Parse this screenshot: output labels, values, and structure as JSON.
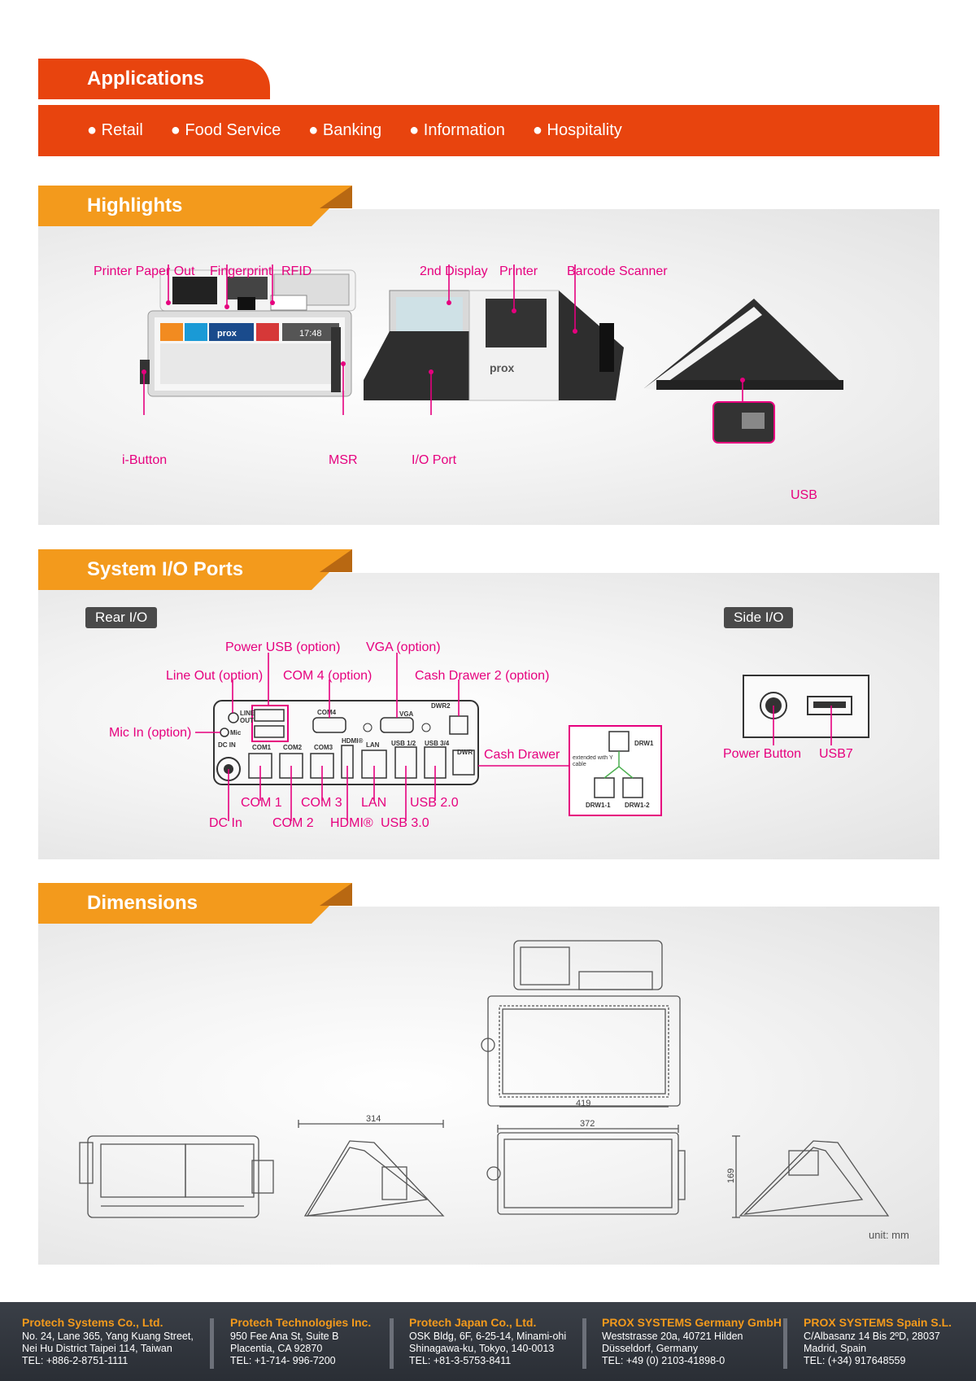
{
  "applications": {
    "title": "Applications",
    "items": [
      "● Retail",
      "● Food Service",
      "● Banking",
      "● Information",
      "● Hospitality"
    ]
  },
  "highlights": {
    "title": "Highlights",
    "labels": {
      "printer_paper_out": "Printer Paper Out",
      "fingerprint": "Fingerprint",
      "rfid": "RFID",
      "ibutton": "i-Button",
      "msr": "MSR",
      "second_display": "2nd Display",
      "printer": "Printer",
      "barcode_scanner": "Barcode Scanner",
      "io_port": "I/O Port",
      "usb": "USB"
    },
    "screen_time": "17:48",
    "brand": "prox"
  },
  "io": {
    "title": "System I/O Ports",
    "rear_badge": "Rear I/O",
    "side_badge": "Side I/O",
    "labels": {
      "power_usb": "Power USB (option)",
      "vga": "VGA (option)",
      "line_out": "Line Out (option)",
      "com4": "COM 4 (option)",
      "cash_drawer2": "Cash Drawer 2 (option)",
      "mic_in": "Mic In (option)",
      "cash_drawer": "Cash Drawer",
      "com1": "COM 1",
      "com3": "COM 3",
      "lan": "LAN",
      "usb20": "USB 2.0",
      "dc_in": "DC In",
      "com2": "COM 2",
      "hdmi": "HDMI®",
      "usb30": "USB 3.0",
      "power_button": "Power Button",
      "usb7": "USB7"
    },
    "panel_text": {
      "line": "LINE",
      "out": "OUT",
      "mic": "Mic",
      "dc_in": "DC IN",
      "com4": "COM4",
      "vga": "VGA",
      "dwr2": "DWR2",
      "com1": "COM1",
      "com2": "COM2",
      "com3": "COM3",
      "hdmi": "HDMI®",
      "lan": "LAN",
      "usb12": "USB 1/2",
      "usb34": "USB 3/4",
      "dwr": "DWR"
    },
    "ycable": {
      "drw1": "DRW1",
      "note": "extended with Y cable",
      "drw1_1": "DRW1-1",
      "drw1_2": "DRW1-2"
    }
  },
  "dimensions": {
    "title": "Dimensions",
    "width_top": "419",
    "depth": "314",
    "width_front": "372",
    "height": "169",
    "unit": "unit: mm"
  },
  "footer": [
    {
      "company": "Protech Systems Co., Ltd.",
      "line1": "No. 24, Lane 365, Yang Kuang Street,",
      "line2": "Nei Hu District Taipei 114, Taiwan",
      "tel": "TEL: +886-2-8751-1111"
    },
    {
      "company": "Protech Technologies Inc.",
      "line1": "950 Fee Ana St, Suite B",
      "line2": "Placentia, CA 92870",
      "tel": "TEL: +1-714- 996-7200"
    },
    {
      "company": "Protech Japan Co., Ltd.",
      "line1": "OSK Bldg, 6F, 6-25-14, Minami-ohi",
      "line2": "Shinagawa-ku, Tokyo, 140-0013",
      "tel": "TEL: +81-3-5753-8411"
    },
    {
      "company": "PROX SYSTEMS Germany GmbH",
      "line1": "Weststrasse 20a, 40721 Hilden",
      "line2": "Düsseldorf, Germany",
      "tel": "TEL: +49 (0) 2103-41898-0"
    },
    {
      "company": "PROX SYSTEMS Spain S.L.",
      "line1": "C/Albasanz 14 Bis 2ºD, 28037",
      "line2": "Madrid, Spain",
      "tel": "TEL: (+34) 917648559"
    }
  ],
  "colors": {
    "accent_red": "#e8440e",
    "accent_orange": "#f39a1c",
    "callout_magenta": "#e6007e"
  }
}
